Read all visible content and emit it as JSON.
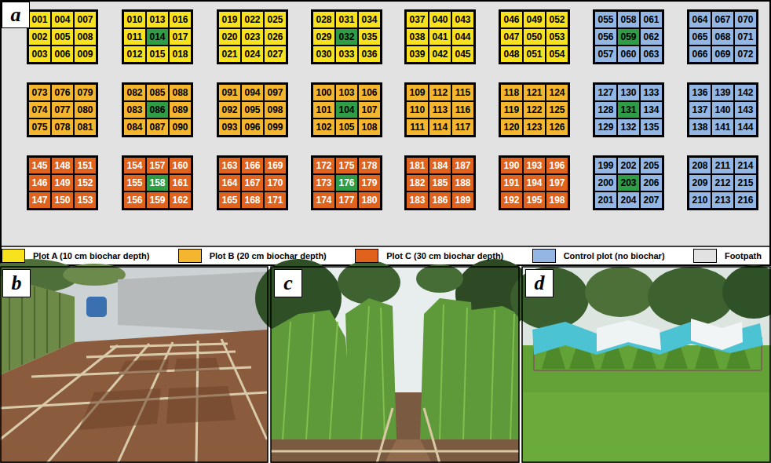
{
  "diagram": {
    "nodes": [
      {
        "text": [
          "001"
        ]
      },
      {
        "text": [
          "004"
        ]
      },
      {
        "text": [
          "007"
        ]
      },
      {
        "text": [
          "002"
        ]
      },
      {
        "text": [
          "005"
        ]
      },
      {
        "text": [
          "008"
        ]
      },
      {
        "text": [
          "003"
        ]
      },
      {
        "text": [
          "006"
        ]
      },
      {
        "text": [
          "009"
        ]
      },
      {
        "text": [
          "010"
        ]
      },
      {
        "text": [
          "013"
        ]
      },
      {
        "text": [
          "016"
        ]
      },
      {
        "text": [
          "011"
        ]
      },
      {
        "text": [
          "014"
        ]
      },
      {
        "text": [
          "017"
        ]
      },
      {
        "text": [
          "012"
        ]
      },
      {
        "text": [
          "015"
        ]
      },
      {
        "text": [
          "018"
        ]
      },
      {
        "text": [
          "019"
        ]
      },
      {
        "text": [
          "022"
        ]
      },
      {
        "text": [
          "025"
        ]
      },
      {
        "text": [
          "020"
        ]
      },
      {
        "text": [
          "023"
        ]
      },
      {
        "text": [
          "026"
        ]
      },
      {
        "text": [
          "021"
        ]
      },
      {
        "text": [
          "024"
        ]
      },
      {
        "text": [
          "027"
        ]
      },
      {
        "text": [
          "028"
        ]
      },
      {
        "text": [
          "031"
        ]
      },
      {
        "text": [
          "034"
        ]
      },
      {
        "text": [
          "029"
        ]
      },
      {
        "text": [
          "032"
        ]
      },
      {
        "text": [
          "035"
        ]
      },
      {
        "text": [
          "030"
        ]
      },
      {
        "text": [
          "033"
        ]
      },
      {
        "text": [
          "036"
        ]
      },
      {
        "text": [
          "037"
        ]
      },
      {
        "text": [
          "040"
        ]
      },
      {
        "text": [
          "043"
        ]
      },
      {
        "text": [
          "038"
        ]
      },
      {
        "text": [
          "041"
        ]
      },
      {
        "text": [
          "044"
        ]
      },
      {
        "text": [
          "039"
        ]
      },
      {
        "text": [
          "042"
        ]
      },
      {
        "text": [
          "045"
        ]
      },
      {
        "text": [
          "046"
        ]
      },
      {
        "text": [
          "049"
        ]
      },
      {
        "text": [
          "052"
        ]
      },
      {
        "text": [
          "047"
        ]
      },
      {
        "text": [
          "050"
        ]
      },
      {
        "text": [
          "053"
        ]
      },
      {
        "text": [
          "048"
        ]
      },
      {
        "text": [
          "051"
        ]
      },
      {
        "text": [
          "054"
        ]
      },
      {
        "text": [
          "055"
        ]
      },
      {
        "text": [
          "058"
        ]
      },
      {
        "text": [
          "061"
        ]
      },
      {
        "text": [
          "056"
        ]
      },
      {
        "text": [
          "059"
        ]
      },
      {
        "text": [
          "062"
        ]
      },
      {
        "text": [
          "057"
        ]
      },
      {
        "text": [
          "060"
        ]
      },
      {
        "text": [
          "063"
        ]
      },
      {
        "text": [
          "064"
        ]
      },
      {
        "text": [
          "067"
        ]
      },
      {
        "text": [
          "070"
        ]
      },
      {
        "text": [
          "065"
        ]
      },
      {
        "text": [
          "068"
        ]
      },
      {
        "text": [
          "071"
        ]
      },
      {
        "text": [
          "066"
        ]
      },
      {
        "text": [
          "069"
        ]
      },
      {
        "text": [
          "072"
        ]
      },
      {
        "text": [
          "073"
        ]
      },
      {
        "text": [
          "076"
        ]
      },
      {
        "text": [
          "079"
        ]
      },
      {
        "text": [
          "074"
        ]
      },
      {
        "text": [
          "077"
        ]
      },
      {
        "text": [
          "080"
        ]
      },
      {
        "text": [
          "075"
        ]
      },
      {
        "text": [
          "078"
        ]
      },
      {
        "text": [
          "081"
        ]
      },
      {
        "text": [
          "082"
        ]
      },
      {
        "text": [
          "085"
        ]
      },
      {
        "text": [
          "088"
        ]
      },
      {
        "text": [
          "083"
        ]
      },
      {
        "text": [
          "086"
        ]
      },
      {
        "text": [
          "089"
        ]
      },
      {
        "text": [
          "084"
        ]
      },
      {
        "text": [
          "087"
        ]
      },
      {
        "text": [
          "090"
        ]
      },
      {
        "text": [
          "091"
        ]
      },
      {
        "text": [
          "094"
        ]
      },
      {
        "text": [
          "097"
        ]
      },
      {
        "text": [
          "092"
        ]
      },
      {
        "text": [
          "095"
        ]
      },
      {
        "text": [
          "098"
        ]
      },
      {
        "text": [
          "093"
        ]
      },
      {
        "text": [
          "096"
        ]
      },
      {
        "text": [
          "099"
        ]
      },
      {
        "text": [
          "100"
        ]
      },
      {
        "text": [
          "103"
        ]
      },
      {
        "text": [
          "106"
        ]
      },
      {
        "text": [
          "101"
        ]
      },
      {
        "text": [
          "104"
        ]
      },
      {
        "text": [
          "107"
        ]
      },
      {
        "text": [
          "102"
        ]
      },
      {
        "text": [
          "105"
        ]
      },
      {
        "text": [
          "108"
        ]
      },
      {
        "text": [
          "109"
        ]
      },
      {
        "text": [
          "112"
        ]
      },
      {
        "text": [
          "115"
        ]
      },
      {
        "text": [
          "110"
        ]
      },
      {
        "text": [
          "113"
        ]
      },
      {
        "text": [
          "116"
        ]
      },
      {
        "text": [
          "111"
        ]
      },
      {
        "text": [
          "114"
        ]
      },
      {
        "text": [
          "117"
        ]
      },
      {
        "text": [
          "118"
        ]
      },
      {
        "text": [
          "121"
        ]
      },
      {
        "text": [
          "124"
        ]
      },
      {
        "text": [
          "119"
        ]
      },
      {
        "text": [
          "122"
        ]
      },
      {
        "text": [
          "125"
        ]
      },
      {
        "text": [
          "120"
        ]
      },
      {
        "text": [
          "123"
        ]
      },
      {
        "text": [
          "126"
        ]
      },
      {
        "text": [
          "127"
        ]
      },
      {
        "text": [
          "130"
        ]
      },
      {
        "text": [
          "133"
        ]
      },
      {
        "text": [
          "128"
        ]
      },
      {
        "text": [
          "131"
        ]
      },
      {
        "text": [
          "134"
        ]
      },
      {
        "text": [
          "129"
        ]
      },
      {
        "text": [
          "132"
        ]
      },
      {
        "text": [
          "135"
        ]
      },
      {
        "text": [
          "136"
        ]
      },
      {
        "text": [
          "139"
        ]
      },
      {
        "text": [
          "142"
        ]
      },
      {
        "text": [
          "137"
        ]
      },
      {
        "text": [
          "140"
        ]
      },
      {
        "text": [
          "143"
        ]
      },
      {
        "text": [
          "138"
        ]
      },
      {
        "text": [
          "141"
        ]
      },
      {
        "text": [
          "144"
        ]
      },
      {
        "text": [
          "145"
        ]
      },
      {
        "text": [
          "148"
        ]
      },
      {
        "text": [
          "151"
        ]
      },
      {
        "text": [
          "146"
        ]
      },
      {
        "text": [
          "149"
        ]
      },
      {
        "text": [
          "152"
        ]
      },
      {
        "text": [
          "147"
        ]
      },
      {
        "text": [
          "150"
        ]
      },
      {
        "text": [
          "153"
        ]
      },
      {
        "text": [
          "154"
        ]
      },
      {
        "text": [
          "157"
        ]
      },
      {
        "text": [
          "160"
        ]
      },
      {
        "text": [
          "155"
        ]
      },
      {
        "text": [
          "158"
        ]
      },
      {
        "text": [
          "161"
        ]
      },
      {
        "text": [
          "156"
        ]
      },
      {
        "text": [
          "159"
        ]
      },
      {
        "text": [
          "162"
        ]
      },
      {
        "text": [
          "163"
        ]
      },
      {
        "text": [
          "166"
        ]
      },
      {
        "text": [
          "169"
        ]
      },
      {
        "text": [
          "164"
        ]
      },
      {
        "text": [
          "167"
        ]
      },
      {
        "text": [
          "170"
        ]
      },
      {
        "text": [
          "165"
        ]
      },
      {
        "text": [
          "168"
        ]
      },
      {
        "text": [
          "171"
        ]
      },
      {
        "text": [
          "172"
        ]
      },
      {
        "text": [
          "175"
        ]
      },
      {
        "text": [
          "178"
        ]
      },
      {
        "text": [
          "173"
        ]
      },
      {
        "text": [
          "176"
        ]
      },
      {
        "text": [
          "179"
        ]
      },
      {
        "text": [
          "174"
        ]
      },
      {
        "text": [
          "177"
        ]
      },
      {
        "text": [
          "180"
        ]
      },
      {
        "text": [
          "181"
        ]
      },
      {
        "text": [
          "184"
        ]
      },
      {
        "text": [
          "187"
        ]
      },
      {
        "text": [
          "182"
        ]
      },
      {
        "text": [
          "185"
        ]
      },
      {
        "text": [
          "188"
        ]
      },
      {
        "text": [
          "183"
        ]
      },
      {
        "text": [
          "186"
        ]
      },
      {
        "text": [
          "189"
        ]
      },
      {
        "text": [
          "190"
        ]
      },
      {
        "text": [
          "193"
        ]
      },
      {
        "text": [
          "196"
        ]
      },
      {
        "text": [
          "191"
        ]
      },
      {
        "text": [
          "194"
        ]
      },
      {
        "text": [
          "197"
        ]
      },
      {
        "text": [
          "192"
        ]
      },
      {
        "text": [
          "195"
        ]
      },
      {
        "text": [
          "198"
        ]
      },
      {
        "text": [
          "199"
        ]
      },
      {
        "text": [
          "202"
        ]
      },
      {
        "text": [
          "205"
        ]
      },
      {
        "text": [
          "200"
        ]
      },
      {
        "text": [
          "203"
        ]
      },
      {
        "text": [
          "206"
        ]
      },
      {
        "text": [
          "201"
        ]
      },
      {
        "text": [
          "204"
        ]
      },
      {
        "text": [
          "207"
        ]
      },
      {
        "text": [
          "208"
        ]
      },
      {
        "text": [
          "211"
        ]
      },
      {
        "text": [
          "214"
        ]
      },
      {
        "text": [
          "209"
        ]
      },
      {
        "text": [
          "212"
        ]
      },
      {
        "text": [
          "215"
        ]
      },
      {
        "text": [
          "210"
        ]
      },
      {
        "text": [
          "213"
        ]
      },
      {
        "text": [
          "216"
        ]
      }
    ],
    "labels": [
      "a",
      "b",
      "c",
      "d"
    ],
    "legend": [
      {
        "text": "Plot A (10 cm biochar depth)",
        "color": "#f8e21e"
      },
      {
        "text": "Plot B (20 cm biochar depth)",
        "color": "#f5b62f"
      },
      {
        "text": "Plot C (30 cm biochar depth)",
        "color": "#e0621c"
      },
      {
        "text": "Control plot (no biochar)",
        "color": "#93b6e2"
      },
      {
        "text": "Footpath",
        "color": "#e2e2e2"
      }
    ]
  }
}
